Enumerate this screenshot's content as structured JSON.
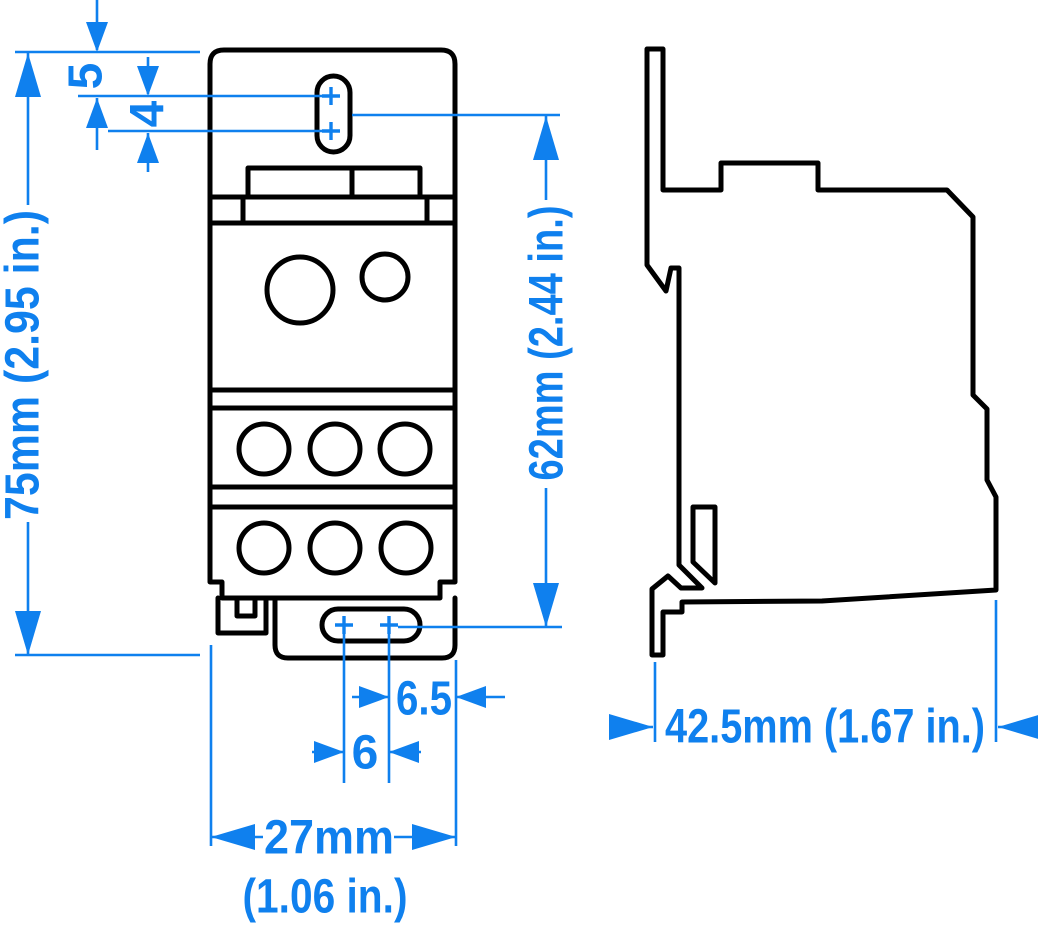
{
  "drawing": {
    "kind": "technical-dimension-drawing",
    "colors": {
      "dimension_blue": "#0f80ee",
      "outline_black": "#000000",
      "background": "#ffffff"
    },
    "dimensions": {
      "overall_height": "75mm (2.95 in.)",
      "top_slot_offset": "5",
      "top_slot_hole_gap": "4",
      "mounting_span": "62mm (2.44 in.)",
      "bottom_hole_to_edge": "6.5",
      "bottom_hole_gap": "6",
      "overall_width_mm": "27mm",
      "overall_width_in": "(1.06 in.)",
      "overall_depth": "42.5mm (1.67 in.)"
    }
  }
}
